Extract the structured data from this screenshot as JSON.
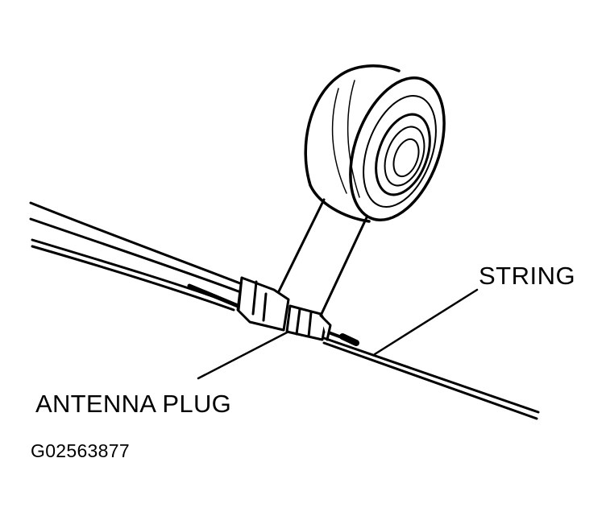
{
  "labels": {
    "string": "STRING",
    "antenna_plug": "ANTENNA PLUG"
  },
  "figure_code": "G02563877",
  "colors": {
    "ink": "#000000",
    "paper": "#ffffff"
  }
}
